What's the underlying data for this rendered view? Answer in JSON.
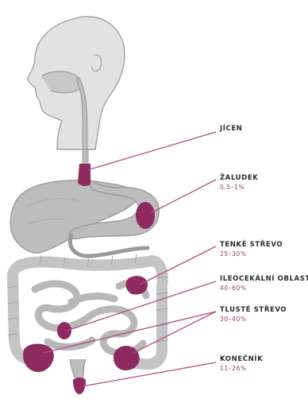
{
  "colors": {
    "organ_outline": "#9a9a9a",
    "organ_fill": "#bdbdbd",
    "organ_fill_light": "#d6d6d6",
    "highlight": "#8e2a5e",
    "pointer_line": "#b54e86",
    "label_text": "#2a2a2a",
    "percent_text": "#a0336a"
  },
  "labels": [
    {
      "id": "jicen",
      "name": "JÍCEN",
      "percent": ""
    },
    {
      "id": "zaludek",
      "name": "ŽALUDEK",
      "percent": "0,5–1%"
    },
    {
      "id": "tenke-strevo",
      "name": "TENKÉ STŘEVO",
      "percent": "25–30%"
    },
    {
      "id": "ileocekalni-oblast",
      "name": "ILEOCEKÁLNÍ OBLAST",
      "percent": "40–60%"
    },
    {
      "id": "tluste-strevo",
      "name": "TLUSTÉ STŘEVO",
      "percent": "30–40%"
    },
    {
      "id": "konecnik",
      "name": "KONEČNÍK",
      "percent": "11–26%"
    }
  ]
}
